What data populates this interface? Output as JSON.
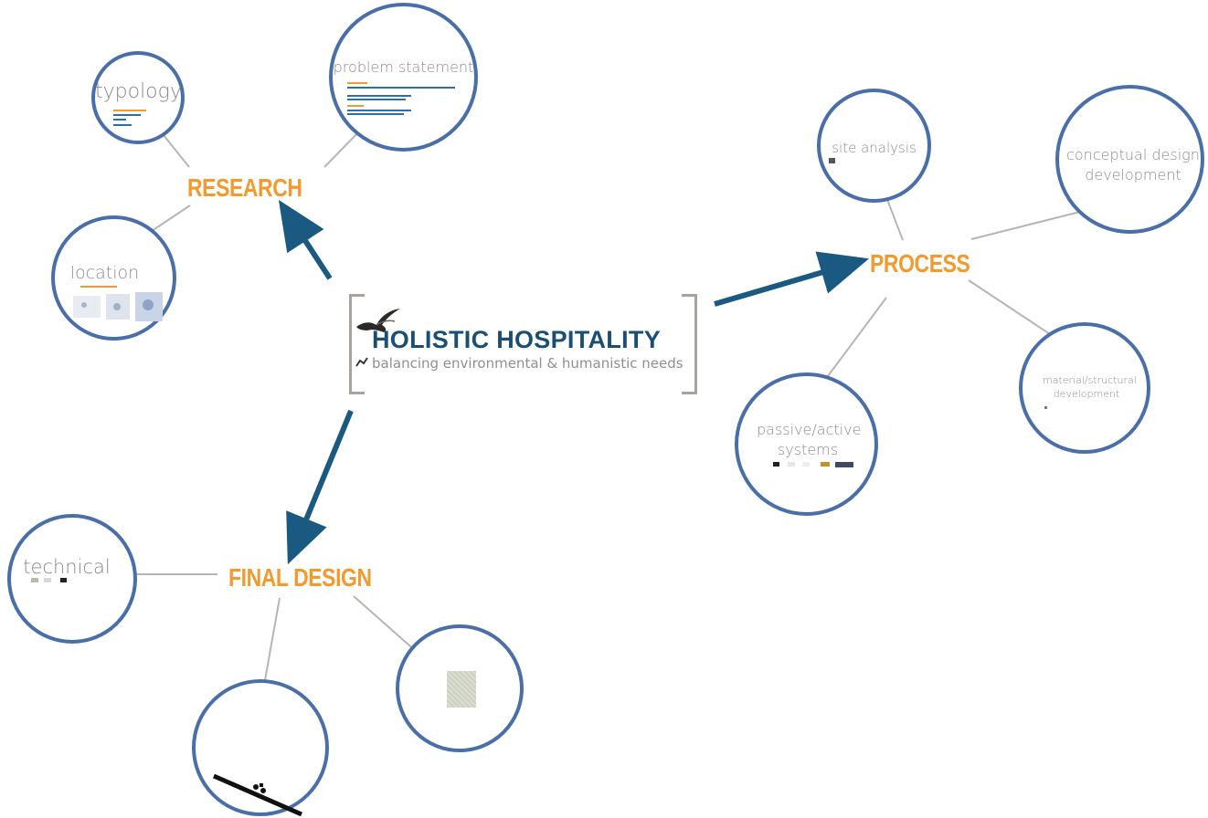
{
  "center": {
    "title": "HOLISTIC HOSPITALITY",
    "subtitle": "balancing environmental & humanistic needs"
  },
  "branches": {
    "research": "RESEARCH",
    "process": "PROCESS",
    "final_design": "FINAL DESIGN"
  },
  "topics": {
    "typology": "typology",
    "problem_statement": "problem statement",
    "location": "location",
    "site_analysis": "site analysis",
    "conceptual_design": "conceptual design development",
    "passive_active": "passive/active systems",
    "material_structural": "material/structural development",
    "technical": "technical"
  },
  "colors": {
    "branch_text": "#f29a2e",
    "title_text": "#1a4f73",
    "arrow": "#1a5a82",
    "circle_border": "#4a6fa8",
    "connector": "#b5b5b5"
  }
}
